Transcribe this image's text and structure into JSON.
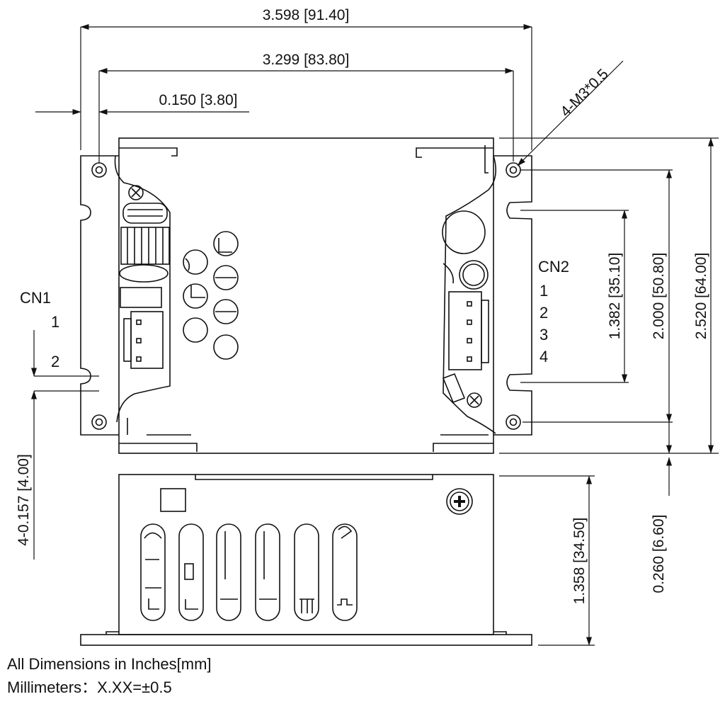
{
  "dimensions": {
    "overall_width": "3.598 [91.40]",
    "hole_spacing_width": "3.299 [83.80]",
    "hole_edge_offset": "0.150 [3.80]",
    "thread_callout": "4-M3*0.5",
    "slot_spacing": "1.382 [35.10]",
    "hole_spacing_height": "2.000 [50.80]",
    "overall_height": "2.520 [64.00]",
    "hole_diameter": "4-0.157 [4.00]",
    "flange_height": "0.260 [6.60]",
    "side_height": "1.358 [34.50]"
  },
  "connectors": {
    "cn1": {
      "label": "CN1",
      "pins": [
        "1",
        "2"
      ]
    },
    "cn2": {
      "label": "CN2",
      "pins": [
        "1",
        "2",
        "3",
        "4"
      ]
    }
  },
  "notes": {
    "line1": "All Dimensions in Inches[mm]",
    "line2": "Millimeters：X.XX=±0.5"
  }
}
